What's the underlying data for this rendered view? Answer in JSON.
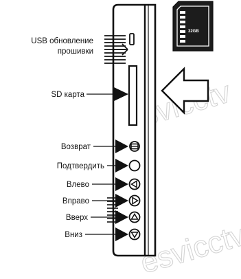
{
  "labels": {
    "usb_line1": "USB обновление",
    "usb_line2": "прошивки",
    "sd": "SD карта",
    "back": "Возврат",
    "confirm": "Подтвердить",
    "left": "Влево",
    "right": "Вправо",
    "up": "Вверх",
    "down": "Вниз"
  },
  "sd_card": {
    "capacity": "32GB"
  },
  "watermark": "esvicctv",
  "icons": {
    "back": "stop-icon",
    "confirm": "circle-icon",
    "left": "left-triangle-icon",
    "right": "right-triangle-icon",
    "up": "up-triangle-icon",
    "down": "down-triangle-icon",
    "pointer": "arrow-left-icon"
  },
  "colors": {
    "ink": "#111111",
    "watermark": "#d4d4d4",
    "background": "#ffffff"
  }
}
